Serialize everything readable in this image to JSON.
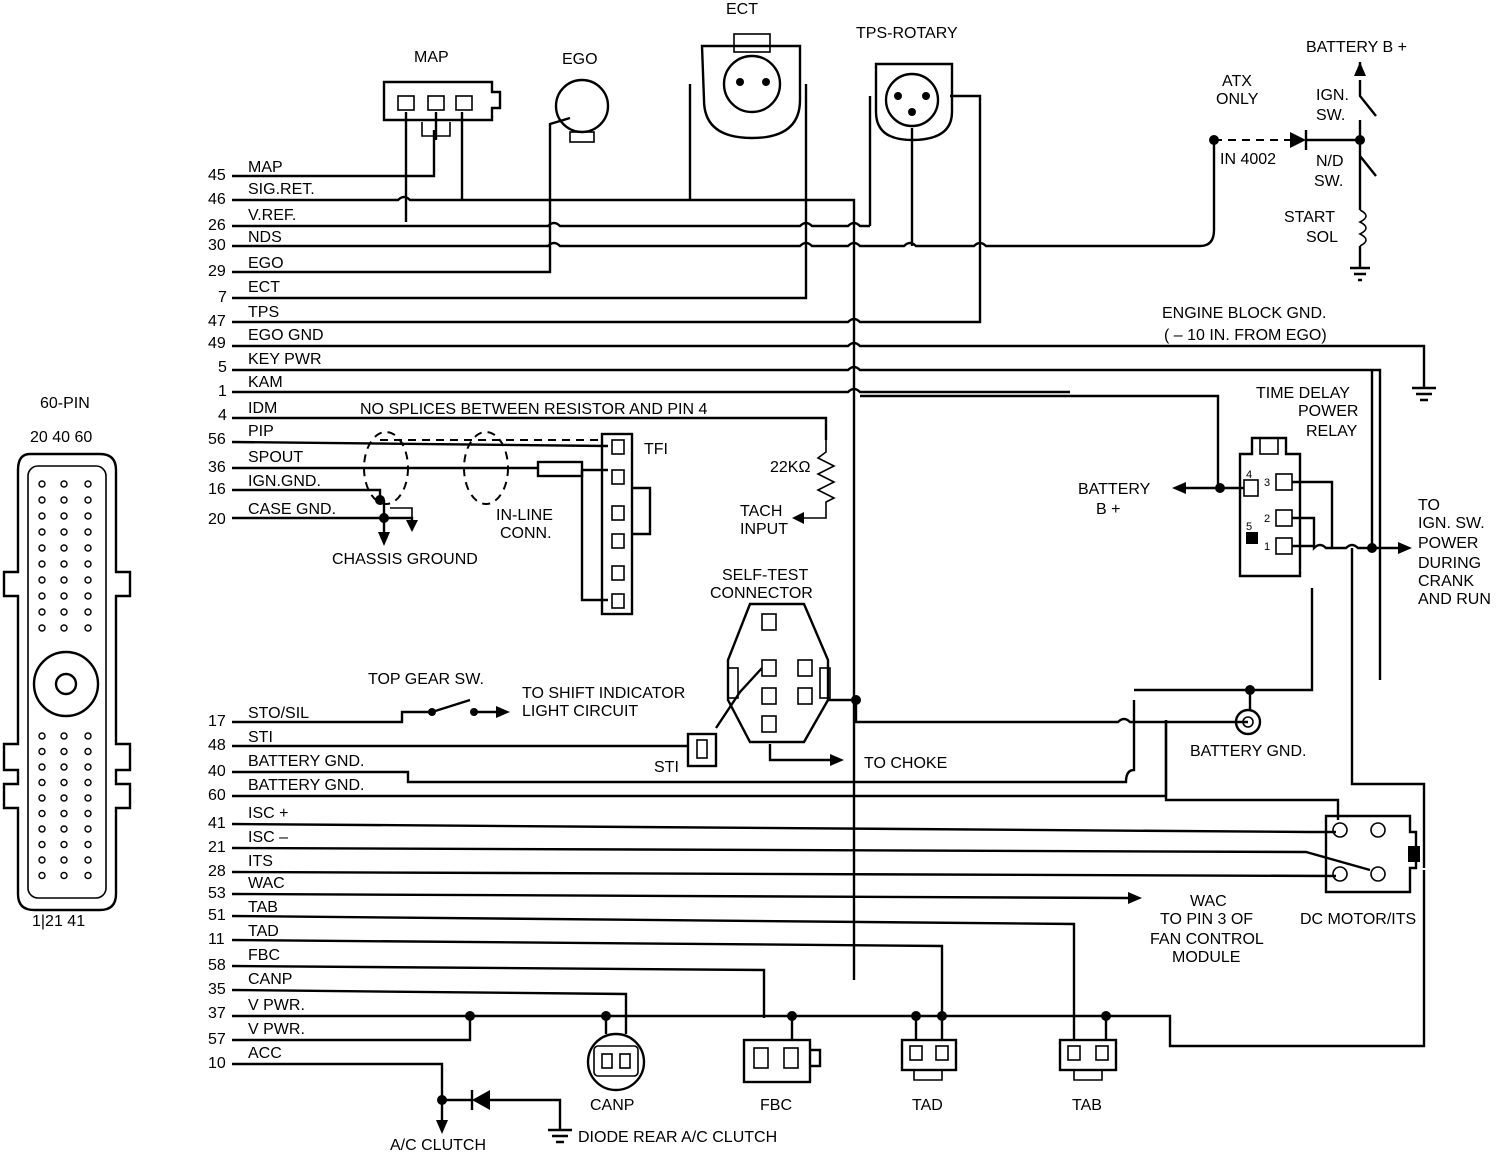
{
  "connector": {
    "title": "60-PIN",
    "top_numbers": "20 40 60",
    "bottom_numbers": "1|21 41"
  },
  "wires": [
    {
      "pin": "45",
      "label": "MAP"
    },
    {
      "pin": "46",
      "label": "SIG.RET."
    },
    {
      "pin": "26",
      "label": "V.REF."
    },
    {
      "pin": "30",
      "label": "NDS"
    },
    {
      "pin": "29",
      "label": "EGO"
    },
    {
      "pin": "7",
      "label": "ECT"
    },
    {
      "pin": "47",
      "label": "TPS"
    },
    {
      "pin": "49",
      "label": "EGO GND"
    },
    {
      "pin": "5",
      "label": "KEY PWR"
    },
    {
      "pin": "1",
      "label": "KAM"
    },
    {
      "pin": "4",
      "label": "IDM"
    },
    {
      "pin": "56",
      "label": "PIP"
    },
    {
      "pin": "36",
      "label": "SPOUT"
    },
    {
      "pin": "16",
      "label": "IGN.GND."
    },
    {
      "pin": "20",
      "label": "CASE GND."
    },
    {
      "pin": "17",
      "label": "STO/SIL"
    },
    {
      "pin": "48",
      "label": "STI"
    },
    {
      "pin": "40",
      "label": "BATTERY GND."
    },
    {
      "pin": "60",
      "label": "BATTERY GND."
    },
    {
      "pin": "41",
      "label": "ISC +"
    },
    {
      "pin": "21",
      "label": "ISC –"
    },
    {
      "pin": "28",
      "label": "ITS"
    },
    {
      "pin": "53",
      "label": "WAC"
    },
    {
      "pin": "51",
      "label": "TAB"
    },
    {
      "pin": "11",
      "label": "TAD"
    },
    {
      "pin": "58",
      "label": "FBC"
    },
    {
      "pin": "35",
      "label": "CANP"
    },
    {
      "pin": "37",
      "label": "V PWR."
    },
    {
      "pin": "57",
      "label": "V PWR."
    },
    {
      "pin": "10",
      "label": "ACC"
    }
  ],
  "components": {
    "map": "MAP",
    "ego": "EGO",
    "ect": "ECT",
    "tps": "TPS-ROTARY",
    "tfi": "TFI",
    "self_test_1": "SELF-TEST",
    "self_test_2": "CONNECTOR",
    "sti_conn": "STI",
    "dc_motor": "DC MOTOR/ITS",
    "canp": "CANP",
    "fbc": "FBC",
    "tad": "TAD",
    "tab": "TAB"
  },
  "labels": {
    "battery_b_top": "BATTERY B +",
    "ign_sw_1": "IGN.",
    "ign_sw_2": "SW.",
    "atx_1": "ATX",
    "atx_2": "ONLY",
    "in4002": "IN 4002",
    "nd_sw_1": "N/D",
    "nd_sw_2": "SW.",
    "start_sol_1": "START",
    "start_sol_2": "SOL",
    "engine_gnd_1": "ENGINE BLOCK GND.",
    "engine_gnd_2": "( – 10 IN. FROM EGO)",
    "relay_1": "TIME DELAY",
    "relay_2": "POWER",
    "relay_3": "RELAY",
    "battery_b_relay_1": "BATTERY",
    "battery_b_relay_2": "B +",
    "to_ign_1": "TO",
    "to_ign_2": "IGN. SW.",
    "to_ign_3": "POWER",
    "to_ign_4": "DURING",
    "to_ign_5": "CRANK",
    "to_ign_6": "AND RUN",
    "no_splices": "NO SPLICES BETWEEN RESISTOR AND PIN 4",
    "resistor": "22KΩ",
    "tach_1": "TACH",
    "tach_2": "INPUT",
    "inline_1": "IN-LINE",
    "inline_2": "CONN.",
    "chassis_ground": "CHASSIS GROUND",
    "top_gear": "TOP GEAR SW.",
    "shift_1": "TO SHIFT INDICATOR",
    "shift_2": "LIGHT CIRCUIT",
    "to_choke": "TO CHOKE",
    "battery_gnd": "BATTERY GND.",
    "wac_1": "WAC",
    "wac_2": "TO PIN 3 OF",
    "wac_3": "FAN CONTROL",
    "wac_4": "MODULE",
    "ac_clutch": "A/C CLUTCH",
    "diode_rear": "DIODE REAR A/C CLUTCH",
    "relay_pin1": "1",
    "relay_pin2": "2",
    "relay_pin3": "3",
    "relay_pin4": "4",
    "relay_pin5": "5"
  }
}
